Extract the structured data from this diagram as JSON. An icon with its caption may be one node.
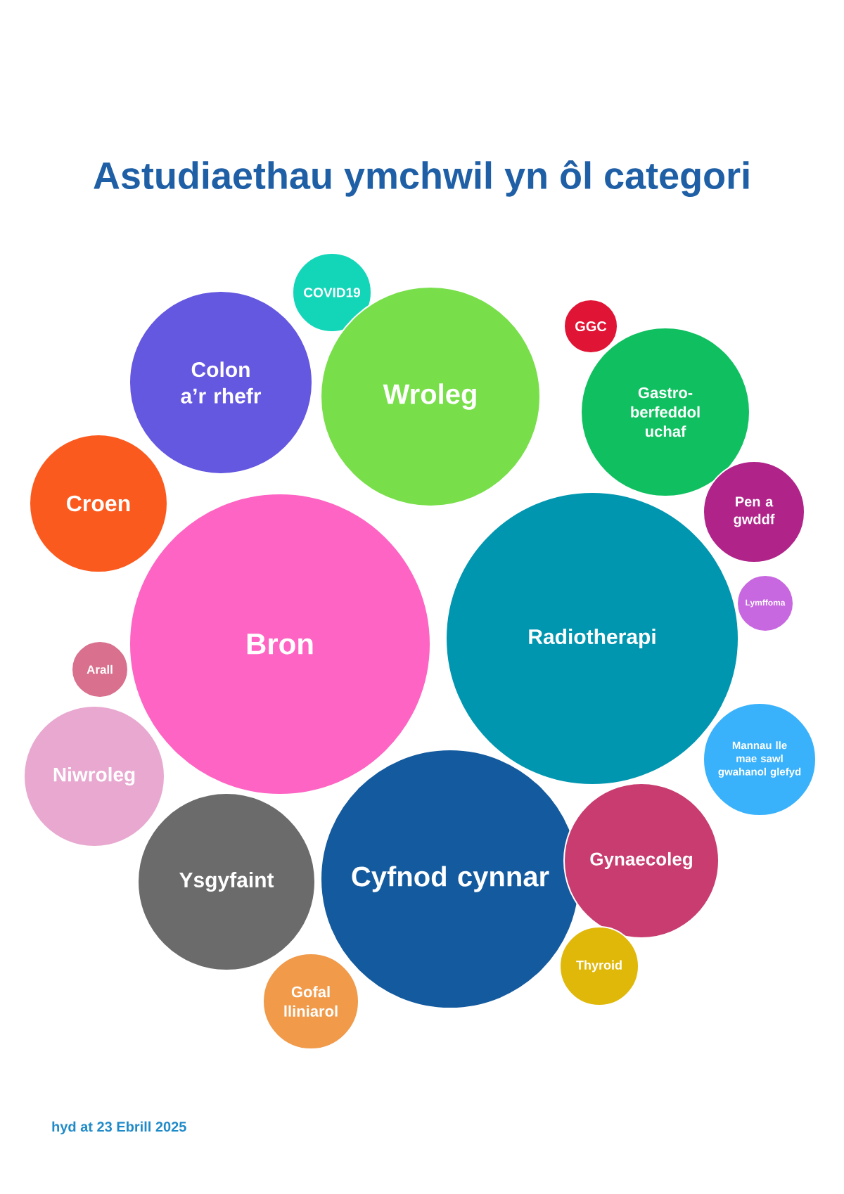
{
  "diagram": {
    "title": "Astudiaethau ymchwil yn ôl categori",
    "nodes": [
      {
        "text": [
          "COVID19"
        ]
      },
      {
        "text": [
          "Colon a’r rhefr"
        ]
      },
      {
        "text": [
          "Wroleg"
        ]
      },
      {
        "text": [
          "GGC"
        ]
      },
      {
        "text": [
          "Gastro-berfeddol uchaf"
        ]
      },
      {
        "text": [
          "Croen"
        ]
      },
      {
        "text": [
          "Pen a gwddf"
        ]
      },
      {
        "text": [
          "Bron"
        ]
      },
      {
        "text": [
          "Radiotherapi"
        ]
      },
      {
        "text": [
          "Lymffoma"
        ]
      },
      {
        "text": [
          "Arall"
        ]
      },
      {
        "text": [
          "Niwroleg"
        ]
      },
      {
        "text": [
          "Mannau lle mae sawl gwahanol glefyd"
        ]
      },
      {
        "text": [
          "Ysgyfaint"
        ]
      },
      {
        "text": [
          "Cyfnod cynnar"
        ]
      },
      {
        "text": [
          "Gynaecoleg"
        ]
      },
      {
        "text": [
          "Thyroid"
        ]
      },
      {
        "text": [
          "Gofal lliniarol"
        ]
      }
    ],
    "labels": [
      "hyd at 23 Ebrill 2025"
    ]
  }
}
